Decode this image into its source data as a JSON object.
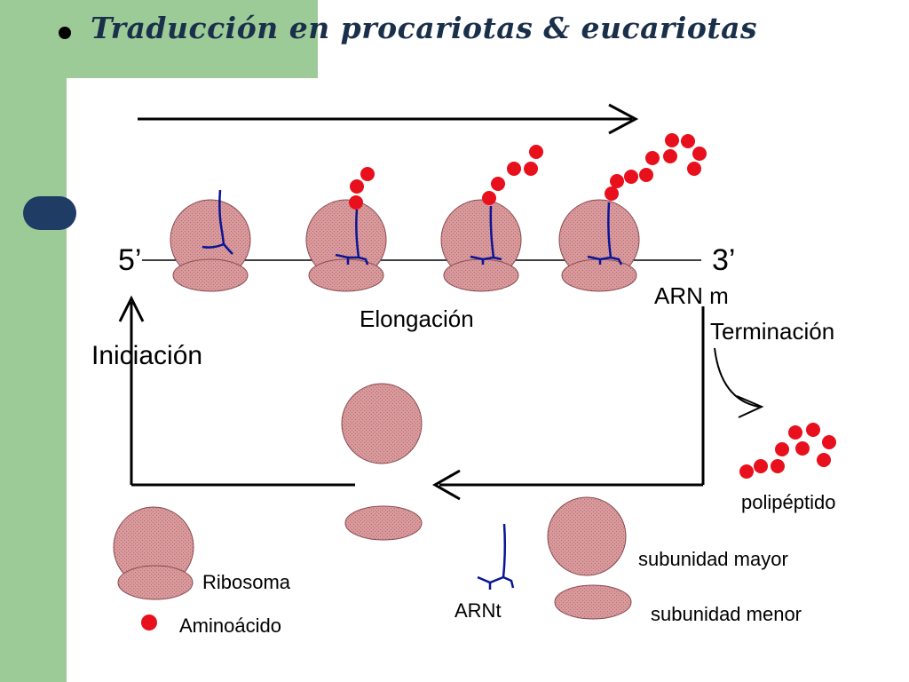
{
  "slide": {
    "title": "Traducción en procariotas & eucariotas"
  },
  "diagram": {
    "labels": {
      "five_prime": "5’",
      "three_prime": "3’",
      "mrna": "ARN m",
      "elongation": "Elongación",
      "initiation": "Iniciación",
      "termination": "Terminación",
      "polypeptide": "polipéptido"
    },
    "legend": {
      "ribosome": "Ribosoma",
      "amino_acid": "Aminoácido",
      "trna": "ARNt",
      "large_subunit": "subunidad mayor",
      "small_subunit": "subunidad menor"
    },
    "colors": {
      "ribosome_fill": "#d89a9c",
      "amino_acid": "#e8101c",
      "trna": "#0a1496",
      "background_band": "#9ccb97",
      "title": "#1a2f4a"
    }
  }
}
